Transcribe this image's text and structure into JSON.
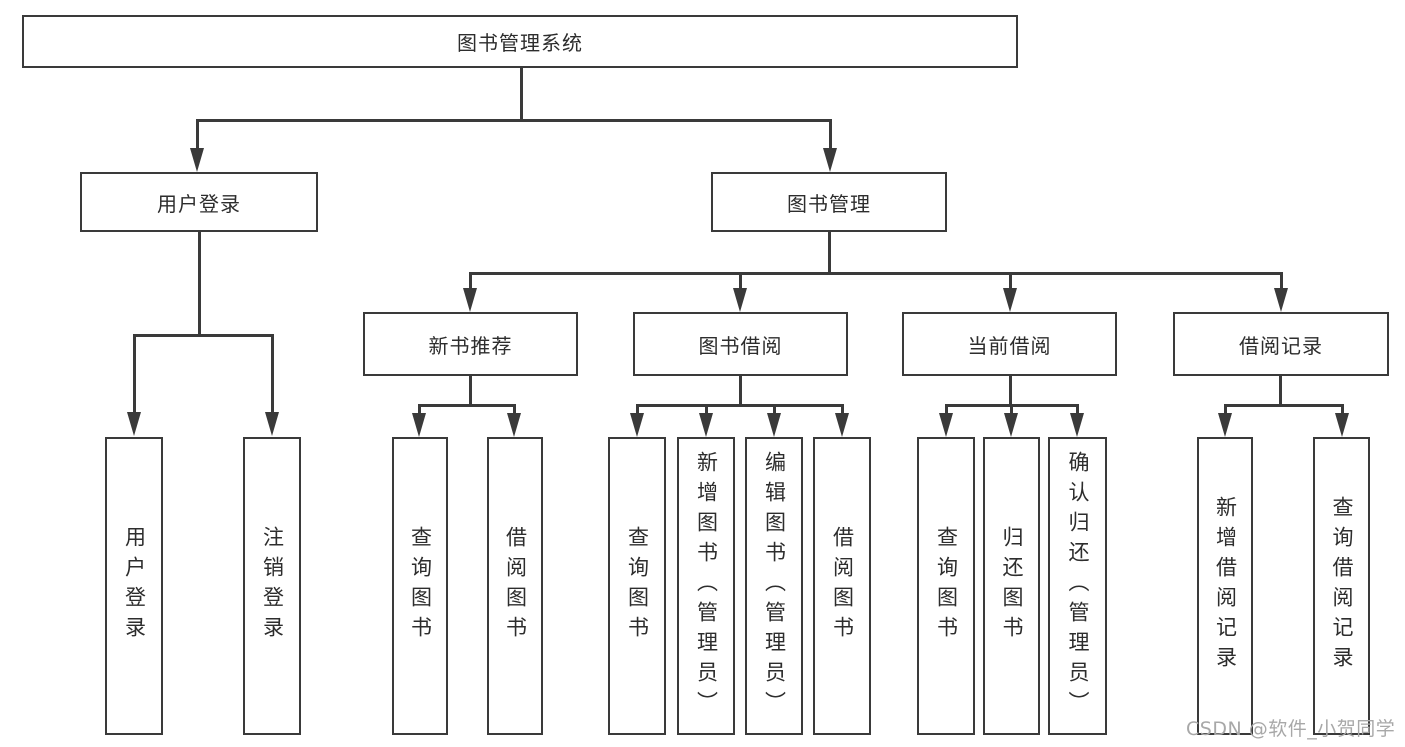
{
  "colors": {
    "line": "#3a3a3a",
    "text": "#2d2d2d",
    "box_bg": "#ffffff",
    "watermark": "#a8a8a8"
  },
  "tree": {
    "label": "图书管理系统",
    "children": [
      {
        "label": "用户登录",
        "children": [
          {
            "label": "用户登录"
          },
          {
            "label": "注销登录"
          }
        ]
      },
      {
        "label": "图书管理",
        "children": [
          {
            "label": "新书推荐",
            "children": [
              {
                "label": "查询图书"
              },
              {
                "label": "借阅图书"
              }
            ]
          },
          {
            "label": "图书借阅",
            "children": [
              {
                "label": "查询图书"
              },
              {
                "label": "新增图书（管理员）"
              },
              {
                "label": "编辑图书（管理员）"
              },
              {
                "label": "借阅图书"
              }
            ]
          },
          {
            "label": "当前借阅",
            "children": [
              {
                "label": "查询图书"
              },
              {
                "label": "归还图书"
              },
              {
                "label": "确认归还（管理员）"
              }
            ]
          },
          {
            "label": "借阅记录",
            "children": [
              {
                "label": "新增借阅记录"
              },
              {
                "label": "查询借阅记录"
              }
            ]
          }
        ]
      }
    ]
  },
  "watermark": {
    "text": "CSDN @软件_小贺同学"
  }
}
